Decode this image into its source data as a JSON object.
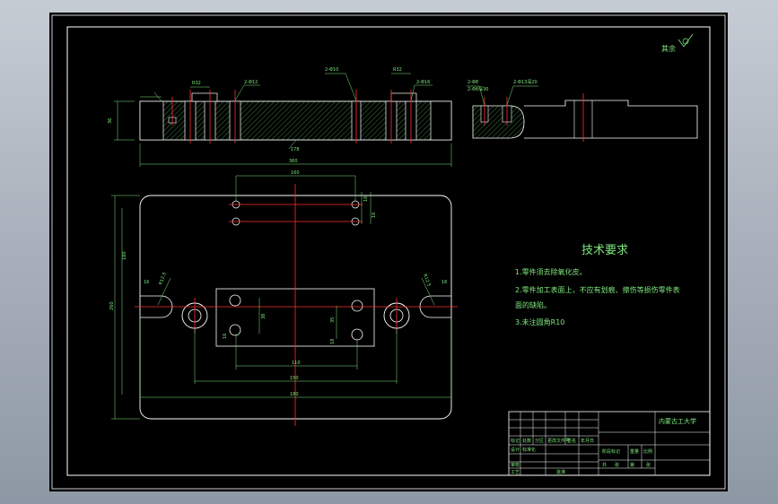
{
  "drawing": {
    "roughness_note": "其余",
    "section_top": {
      "labels": [
        "R32",
        "2-Φ10",
        "2-Φ12",
        "R32",
        "2-Φ16"
      ],
      "left_height": "36",
      "bottom_note": "178",
      "overall_width": "360"
    },
    "section_side": {
      "labels": [
        "2-Φ8",
        "2-Φ8深30",
        "2-Φ13深20"
      ]
    },
    "plan": {
      "top_width": "160",
      "top_right": [
        "16",
        "16"
      ],
      "left_labels": [
        "180",
        "260",
        "R12.5",
        "16"
      ],
      "right_labels": [
        "R12.5",
        "16"
      ],
      "middle_left": [
        "38",
        "16"
      ],
      "middle_right": [
        "35",
        "18"
      ],
      "bottom": [
        "110",
        "150",
        "180"
      ]
    }
  },
  "tech": {
    "title": "技术要求",
    "items": [
      "1.零件须去除氧化皮。",
      "2.零件加工表面上，不应有划痕、擦伤等损伤零件表",
      "面的缺陷。",
      "3.未注圆角R10"
    ]
  },
  "title_block": {
    "school": "内蒙古工大学",
    "rows": [
      "标记",
      "处数",
      "分区",
      "更改文件号",
      "签名",
      "年月日"
    ],
    "labels": [
      "设计",
      "标准化",
      "审核",
      "工艺",
      "批准"
    ],
    "right_labels": [
      "阶段标记",
      "重量",
      "比例"
    ],
    "sheet": [
      "共",
      "张",
      "第",
      "张"
    ]
  },
  "colors": {
    "ink": "#7ee87e",
    "frame": "#ffffff",
    "red": "#ff3030",
    "hatch": "#66cc66"
  }
}
